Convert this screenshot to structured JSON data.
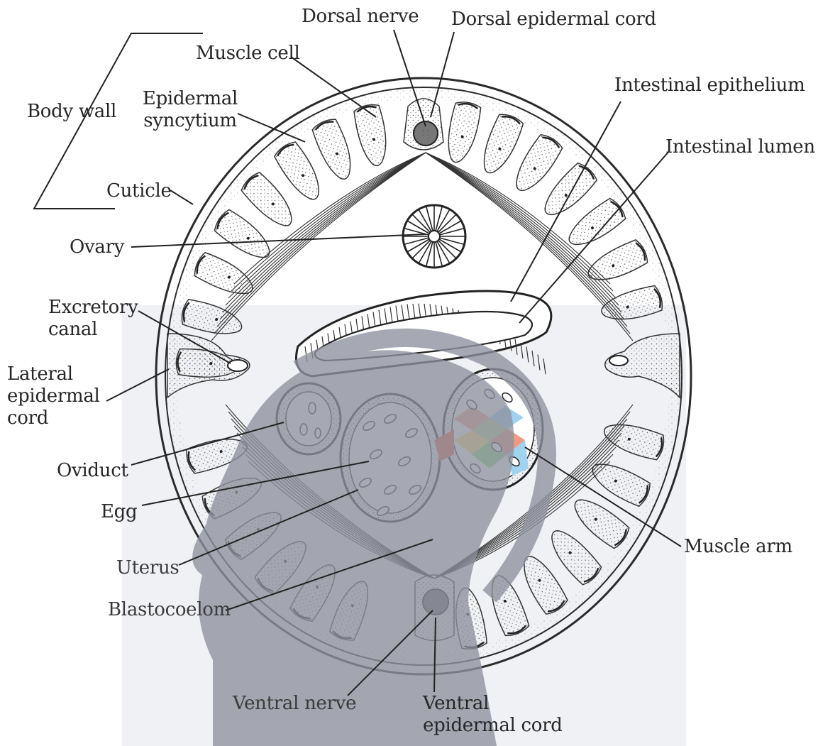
{
  "labels": {
    "dorsal_nerve": "Dorsal nerve",
    "dorsal_epidermal_cord": "Dorsal epidermal cord",
    "muscle_cell": "Muscle cell",
    "body_wall": "Body wall",
    "epidermal_syncytium": [
      "Epidermal",
      "syncytium"
    ],
    "cuticle": "Cuticle",
    "intestinal_epithelium": "Intestinal epithelium",
    "intestinal_lumen": "Intestinal lumen",
    "ovary": "Ovary",
    "excretory_canal": [
      "Excretory",
      "canal"
    ],
    "lateral_epidermal_cord": [
      "Lateral",
      "epidermal",
      "cord"
    ],
    "oviduct": "Oviduct",
    "egg": "Egg",
    "uterus": "Uterus",
    "blastocoelom": "Blastocoelom",
    "muscle_arm": "Muscle arm",
    "ventral_nerve": "Ventral nerve",
    "ventral_epidermal_cord": [
      "Ventral",
      "epidermal cord"
    ]
  },
  "colors": {
    "ink": "#262626",
    "watermark_panel": "#eff1f4",
    "watermark_figure": "#8e919f"
  }
}
